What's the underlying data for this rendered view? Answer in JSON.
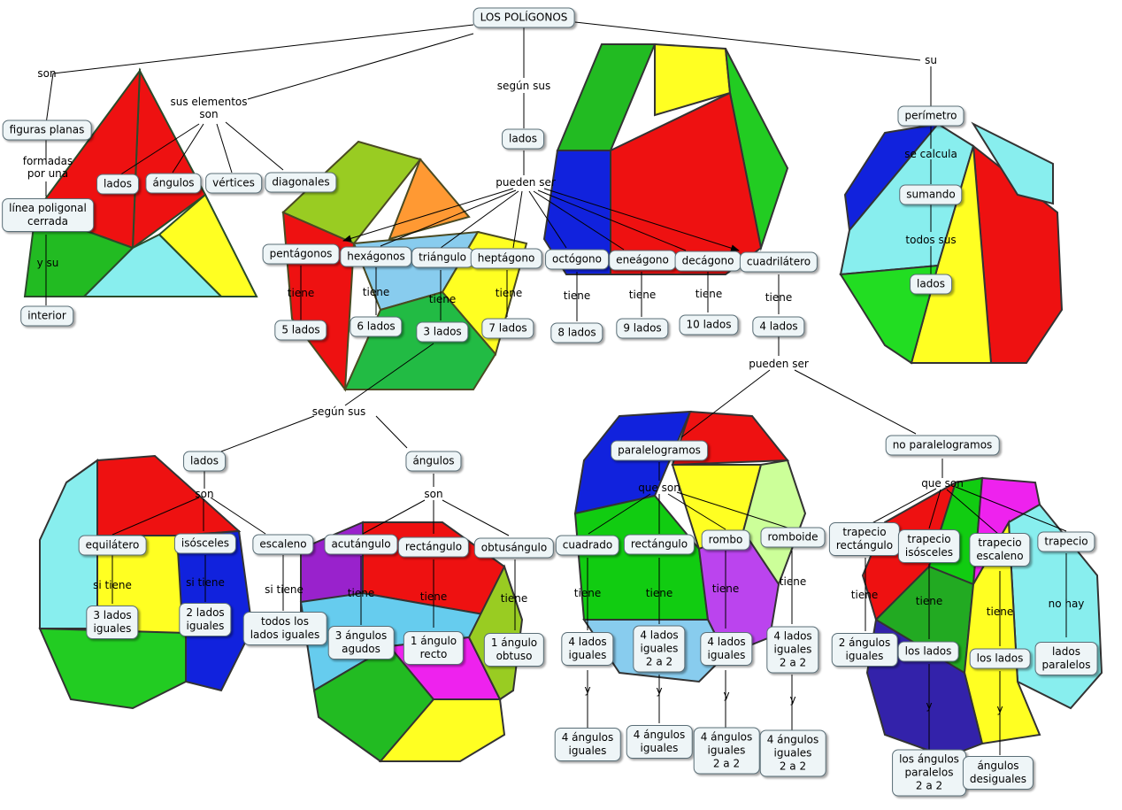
{
  "colors": {
    "red": "#ee1111",
    "yellow": "#ffff22",
    "green": "#11cc11",
    "blue": "#1122dd",
    "cyan": "#88eeee",
    "orange": "#ff9933",
    "olive": "#99cc22",
    "magenta": "#ee22ee",
    "lightgreen": "#ccff99",
    "purple": "#3322aa",
    "node_fill": "#eef5f7",
    "line": "#000000"
  },
  "nodes": {
    "root": "LOS POLÍGONOS",
    "figuras": "figuras planas",
    "linea": "línea poligonal\ncerrada",
    "interior": "interior",
    "lados_el": "lados",
    "angulos_el": "ángulos",
    "vertices": "vértices",
    "diagonales": "diagonales",
    "lados_top": "lados",
    "pentagonos": "pentágonos",
    "hexagonos": "hexágonos",
    "triangulo": "triángulo",
    "heptagono": "heptágono",
    "octogono": "octógono",
    "eneagono": "eneágono",
    "decagono": "decágono",
    "cuadrilatero": "cuadrilátero",
    "l5": "5 lados",
    "l6": "6 lados",
    "l3": "3 lados",
    "l7": "7 lados",
    "l8": "8 lados",
    "l9": "9 lados",
    "l10": "10 lados",
    "l4": "4 lados",
    "perimetro": "perímetro",
    "sumando": "sumando",
    "lados_per": "lados",
    "lados_tri": "lados",
    "angulos_tri": "ángulos",
    "equilatero": "equilátero",
    "isosceles": "isósceles",
    "escaleno": "escaleno",
    "iguales3": "3 lados\niguales",
    "iguales2": "2 lados\niguales",
    "todos": "todos los\nlados iguales",
    "acutangulo": "acutángulo",
    "rectangulo_t": "rectángulo",
    "obtusangulo": "obtusángulo",
    "agudos": "3 ángulos\nagudos",
    "recto": "1 ángulo\nrecto",
    "obtuso": "1 ángulo\nobtuso",
    "paralelogramos": "paralelogramos",
    "no_paralelogramos": "no paralelogramos",
    "cuadrado": "cuadrado",
    "rectangulo_p": "rectángulo",
    "rombo": "rombo",
    "romboide": "romboide",
    "cuad_lados": "4 lados\niguales",
    "rect_lados": "4 lados\niguales\n2 a 2",
    "rombo_lados": "4 lados\niguales",
    "romb_lados": "4 lados\niguales\n2 a 2",
    "cuad_ang": "4 ángulos\niguales",
    "rect_ang": "4 ángulos\niguales",
    "rombo_ang": "4 ángulos\niguales\n2 a 2",
    "romb_ang": "4 ángulos\niguales\n2 a 2",
    "trap_rect": "trapecio\nrectángulo",
    "trap_isos": "trapecio\nisósceles",
    "trap_esc": "trapecio\nescaleno",
    "trapecio": "trapecio",
    "dos_ang": "2 ángulos\niguales",
    "los_lados1": "los lados",
    "los_lados2": "los lados",
    "lados_par": "lados\nparalelos",
    "ang_par": "los ángulos\nparalelos\n2 a 2",
    "ang_des": "ángulos\ndesiguales"
  },
  "labels": {
    "son": "son",
    "sus_elementos": "sus elementos\nson",
    "segun_sus": "según sus",
    "su": "su",
    "formadas": "formadas\npor una",
    "y_su": "y su",
    "pueden_ser": "pueden ser",
    "tiene_5": "tiene",
    "tiene_6": "tiene",
    "tiene_3": "tiene",
    "tiene_7": "tiene",
    "tiene_8": "tiene",
    "tiene_9": "tiene",
    "tiene_10": "tiene",
    "tiene_4": "tiene",
    "se_calcula": "se calcula",
    "todos_sus": "todos sus",
    "pueden_ser2": "pueden ser",
    "segun_sus2": "según sus",
    "son_lados": "son",
    "son_ang": "son",
    "si_tiene1": "si tiene",
    "si_tiene2": "si tiene",
    "si_tiene3": "si tiene",
    "tiene_ac": "tiene",
    "tiene_re": "tiene",
    "tiene_ob": "tiene",
    "que_son1": "que son",
    "que_son2": "que son",
    "tiene_cu": "tiene",
    "tiene_rp": "tiene",
    "tiene_ro": "tiene",
    "tiene_rm": "tiene",
    "y1": "y",
    "y2": "y",
    "y3": "y",
    "y4": "y",
    "tiene_tr": "tiene",
    "tiene_ti": "tiene",
    "tiene_te": "tiene",
    "no_hay": "no hay",
    "y5": "y",
    "y6": "y"
  }
}
